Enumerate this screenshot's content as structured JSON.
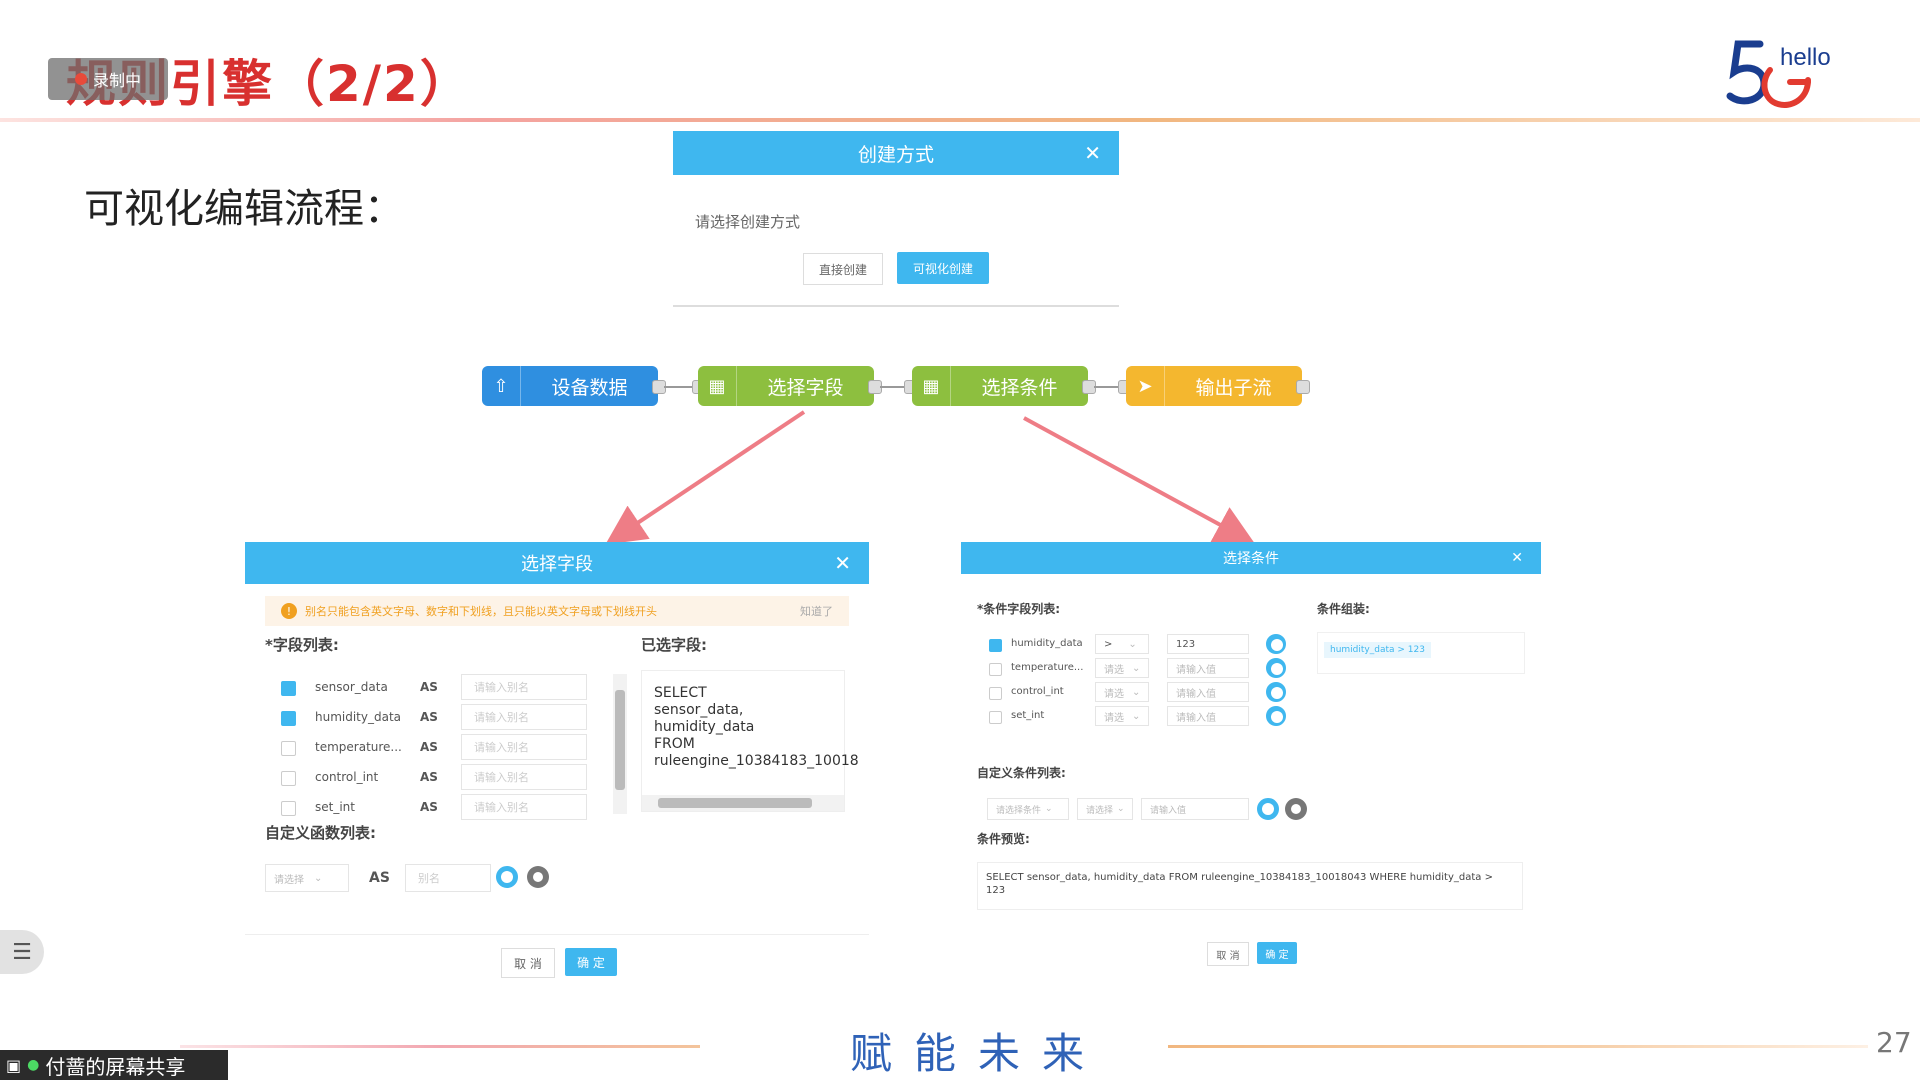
{
  "slide": {
    "title": "规则引擎（2/2）",
    "subtitle": "可视化编辑流程：",
    "tagline": "赋能未来",
    "page_number": "27",
    "logo_text": "hello",
    "recording_label": "录制中"
  },
  "create_dialog": {
    "title": "创建方式",
    "prompt": "请选择创建方式",
    "direct_button": "直接创建",
    "visual_button": "可视化创建"
  },
  "flow": {
    "nodes": [
      {
        "label": "设备数据",
        "color": "#2f8fe0",
        "icon": "upload-icon"
      },
      {
        "label": "选择字段",
        "color": "#8dbf3f",
        "icon": "table-icon"
      },
      {
        "label": "选择条件",
        "color": "#8dbf3f",
        "icon": "table-icon"
      },
      {
        "label": "输出子流",
        "color": "#f4b72f",
        "icon": "send-icon"
      }
    ]
  },
  "field_dialog": {
    "title": "选择字段",
    "warning": "别名只能包含英文字母、数字和下划线，且只能以英文字母或下划线开头",
    "warning_dismiss": "知道了",
    "field_list_label": "*字段列表:",
    "selected_label": "已选字段:",
    "fields": [
      {
        "name": "sensor_data",
        "checked": true,
        "as": "AS",
        "placeholder": "请输入别名"
      },
      {
        "name": "humidity_data",
        "checked": true,
        "as": "AS",
        "placeholder": "请输入别名"
      },
      {
        "name": "temperature...",
        "checked": false,
        "as": "AS",
        "placeholder": "请输入别名"
      },
      {
        "name": "control_int",
        "checked": false,
        "as": "AS",
        "placeholder": "请输入别名"
      },
      {
        "name": "set_int",
        "checked": false,
        "as": "AS",
        "placeholder": "请输入别名"
      }
    ],
    "sql_lines": [
      "SELECT",
      "sensor_data,",
      "humidity_data",
      "FROM",
      "ruleengine_10384183_10018"
    ],
    "custom_func_label": "自定义函数列表:",
    "func_select_placeholder": "请选择",
    "func_as": "AS",
    "func_alias_placeholder": "别名",
    "cancel": "取 消",
    "confirm": "确 定"
  },
  "condition_dialog": {
    "title": "选择条件",
    "field_list_label": "*条件字段列表:",
    "assembly_label": "条件组装:",
    "rows": [
      {
        "name": "humidity_data",
        "checked": true,
        "op": ">",
        "value": "123"
      },
      {
        "name": "temperature...",
        "checked": false,
        "op": "请选",
        "value": "请输入值"
      },
      {
        "name": "control_int",
        "checked": false,
        "op": "请选",
        "value": "请输入值"
      },
      {
        "name": "set_int",
        "checked": false,
        "op": "请选",
        "value": "请输入值"
      }
    ],
    "assembly_tag": "humidity_data > 123",
    "custom_label": "自定义条件列表:",
    "custom_select1": "请选择条件",
    "custom_select2": "请选择",
    "custom_value": "请输入值",
    "preview_label": "条件预览:",
    "preview_text": "SELECT sensor_data, humidity_data FROM ruleengine_10384183_10018043 WHERE humidity_data > 123",
    "cancel": "取 消",
    "confirm": "确 定"
  },
  "overlay": {
    "share_text": "付蔷的屏幕共享"
  },
  "colors": {
    "accent": "#3fb7ef",
    "title_red": "#d8302f",
    "tagline_blue": "#2f62b7",
    "arrow_pink": "#ee7d86"
  }
}
